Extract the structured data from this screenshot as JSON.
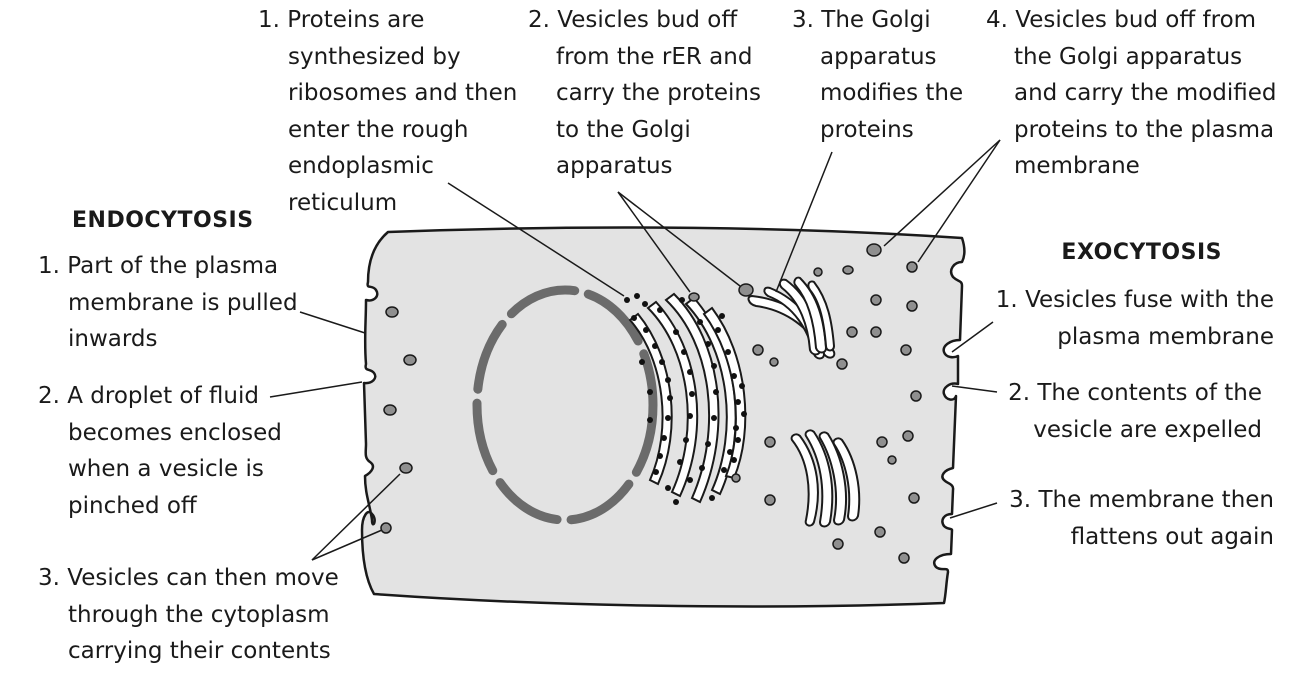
{
  "endocytosis": {
    "heading": "ENDOCYTOSIS",
    "steps": [
      {
        "num": "1.",
        "lines": [
          "Part of the plasma",
          "membrane is pulled",
          "inwards"
        ]
      },
      {
        "num": "2.",
        "lines": [
          "A droplet of fluid",
          "becomes enclosed",
          "when a vesicle is",
          "pinched off"
        ]
      },
      {
        "num": "3.",
        "lines": [
          "Vesicles can then move",
          "through the cytoplasm",
          "carrying their contents"
        ]
      }
    ]
  },
  "exocytosis": {
    "heading": "EXOCYTOSIS",
    "steps": [
      {
        "num": "1.",
        "lines": [
          "Vesicles fuse with the",
          "plasma membrane"
        ]
      },
      {
        "num": "2.",
        "lines": [
          "The contents of the",
          "vesicle are expelled"
        ]
      },
      {
        "num": "3.",
        "lines": [
          "The membrane then",
          "flattens out again"
        ]
      }
    ]
  },
  "secretion": {
    "steps": [
      {
        "num": "1.",
        "lines": [
          "Proteins are",
          "synthesized by",
          "ribosomes and then",
          "enter the rough",
          "endoplasmic",
          "reticulum"
        ]
      },
      {
        "num": "2.",
        "lines": [
          "Vesicles bud off",
          "from the rER and",
          "carry the proteins",
          "to the Golgi",
          "apparatus"
        ]
      },
      {
        "num": "3.",
        "lines": [
          "The Golgi",
          "apparatus",
          "modifies the",
          "proteins"
        ]
      },
      {
        "num": "4.",
        "lines": [
          "Vesicles bud off from",
          "the Golgi apparatus",
          "and carry the modified",
          "proteins to the plasma",
          "membrane"
        ]
      }
    ]
  },
  "colors": {
    "cytoplasm": "#e3e3e3",
    "outline": "#1a1a1a",
    "nucleus": "#6b6b6b",
    "vesicle": "#8f8f8f",
    "ribosome": "#111111"
  }
}
